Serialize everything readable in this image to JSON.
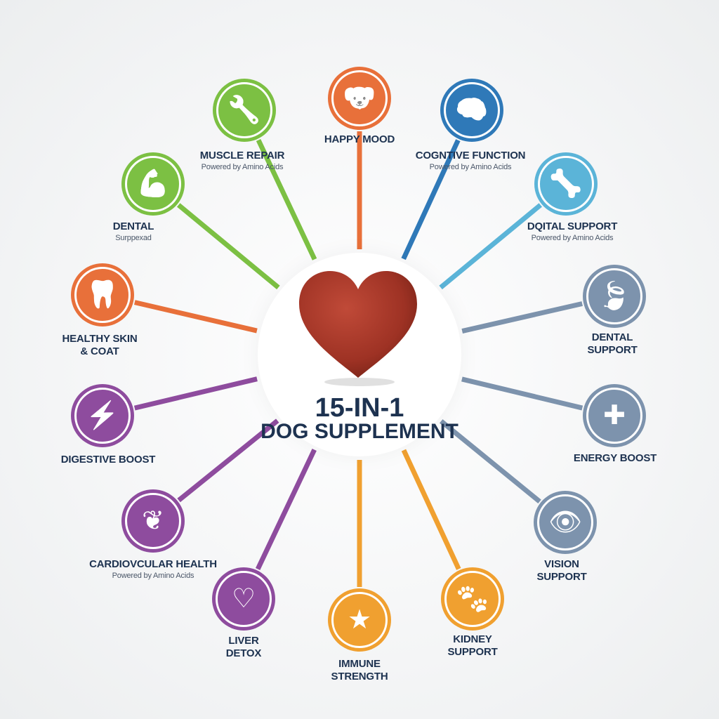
{
  "title_line1": "15-IN-1",
  "title_line2": "DOG SUPPLEMENT",
  "nodes": [
    {
      "label": "HAPPY MOOD",
      "sub": "",
      "icon": "dog-face-icon",
      "glyph": "🐶",
      "color": "#e8703a"
    },
    {
      "label": "COGNTIVE FUNCTION",
      "sub": "Powered by Amino Acids",
      "icon": "brain-icon",
      "glyph": "🧠",
      "color": "#2f79b8"
    },
    {
      "label": "DQITAL SUPPORT",
      "sub": "Powered by Amino Acids",
      "icon": "joint-icon",
      "glyph": "🦴",
      "color": "#5bb4d8"
    },
    {
      "label": "DENTAL",
      "label2": "SUPPORT",
      "sub": "",
      "icon": "leaf-icon",
      "glyph": "🍃",
      "color": "#7d93ad"
    },
    {
      "label": "ENERGY BOOST",
      "sub": "",
      "icon": "liver-icon",
      "glyph": "✚",
      "color": "#7d93ad"
    },
    {
      "label": "VISION",
      "label2": "SUPPORT",
      "sub": "",
      "icon": "eye-icon",
      "glyph": "👁",
      "color": "#7d93ad"
    },
    {
      "label": "KIDNEY",
      "label2": "SUPPORT",
      "sub": "",
      "icon": "paw-icon",
      "glyph": "🐾",
      "color": "#f0a030"
    },
    {
      "label": "IMMUNE",
      "label2": "STRENGTH",
      "sub": "",
      "icon": "shield-star-icon",
      "glyph": "★",
      "color": "#f0a030"
    },
    {
      "label": "LIVER",
      "label2": "DETOX",
      "sub": "",
      "icon": "heartbeat-icon",
      "glyph": "♡",
      "color": "#8e4c9e"
    },
    {
      "label": "CARDIOVCULAR HEALTH",
      "sub": "Powered by Amino Acids",
      "icon": "kidney-icon",
      "glyph": "❦",
      "color": "#8e4c9e"
    },
    {
      "label": "DIGESTIVE BOOST",
      "sub": "",
      "icon": "lightning-icon",
      "glyph": "⚡",
      "color": "#8e4c9e"
    },
    {
      "label": "HEALTHY SKIN",
      "label2": "& COAT",
      "sub": "",
      "icon": "tooth-icon",
      "glyph": "🦷",
      "color": "#e8703a"
    },
    {
      "label": "DENTAL",
      "sub": "Surppexad",
      "icon": "muscle-arm-icon",
      "glyph": "💪",
      "color": "#7cc043"
    },
    {
      "label": "MUSCLE REPAIR",
      "sub": "Powered by Amino Acids",
      "icon": "tools-icon",
      "glyph": "🔧",
      "color": "#7cc043"
    }
  ]
}
